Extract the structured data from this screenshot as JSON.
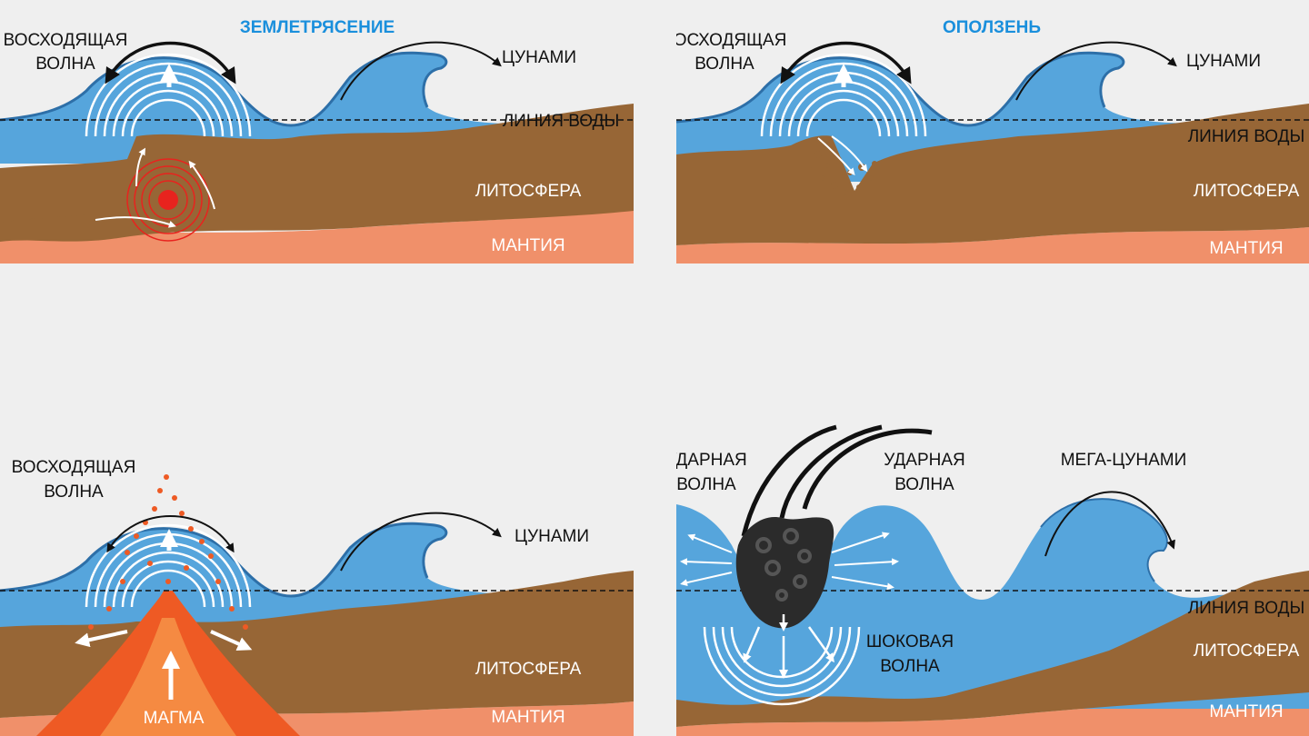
{
  "colors": {
    "background": "#efefef",
    "water": "#56a5dc",
    "water_edge": "#2d6fa8",
    "lithosphere": "#976636",
    "mantle": "#f0906a",
    "magma": "#ee5a24",
    "title": "#1a8fdc",
    "meteor": "#2b2b2b",
    "focus": "#e8231e"
  },
  "panels": {
    "earthquake": {
      "title": "ЗЕМЛЕТРЯСЕНИЕ",
      "rising_wave": [
        "ВОСХОДЯЩАЯ",
        "ВОЛНА"
      ],
      "tsunami": "ЦУНАМИ",
      "waterline": "ЛИНИЯ ВОДЫ",
      "lithosphere": "ЛИТОСФЕРА",
      "mantle": "МАНТИЯ"
    },
    "landslide": {
      "title": "ОПОЛЗЕНЬ",
      "rising_wave": [
        "ВОСХОДЯЩАЯ",
        "ВОЛНА"
      ],
      "tsunami": "ЦУНАМИ",
      "waterline": "ЛИНИЯ ВОДЫ",
      "lithosphere": "ЛИТОСФЕРА",
      "mantle": "МАНТИЯ"
    },
    "volcano": {
      "title": "ИЗВЕРЖЕНИЕ ВУЛКАНА",
      "rising_wave": [
        "ВОСХОДЯЩАЯ",
        "ВОЛНА"
      ],
      "tsunami": "ЦУНАМИ",
      "lithosphere": "ЛИТОСФЕРА",
      "mantle": "МАНТИЯ",
      "magma": "МАГМА"
    },
    "impact": {
      "title": "ПАДЕНИЕ КРУПНОГО НЕБЕСНОГО ТЕЛА",
      "shock_wave_left": [
        "УДАРНАЯ",
        "ВОЛНА"
      ],
      "shock_wave_right": [
        "УДАРНАЯ",
        "ВОЛНА"
      ],
      "mega_tsunami": "МЕГА-ЦУНАМИ",
      "shockwave_under": [
        "ШОКОВАЯ",
        "ВОЛНА"
      ],
      "waterline": "ЛИНИЯ ВОДЫ",
      "lithosphere": "ЛИТОСФЕРА",
      "mantle": "МАНТИЯ"
    }
  }
}
